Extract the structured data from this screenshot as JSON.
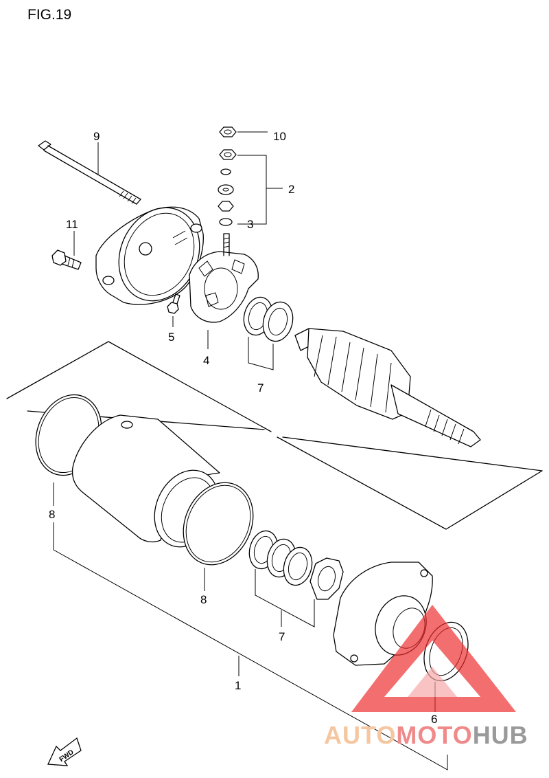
{
  "figure": {
    "title": "FIG.19"
  },
  "callouts": {
    "c1": "1",
    "c2": "2",
    "c3": "3",
    "c4": "4",
    "c5": "5",
    "c6": "6",
    "c7a": "7",
    "c7b": "7",
    "c8a": "8",
    "c8b": "8",
    "c9": "9",
    "c10": "10",
    "c11": "11"
  },
  "fwd_arrow": {
    "label": "FWD"
  },
  "watermark": {
    "part1": "AUTO",
    "part2": "MOTO",
    "part3": "HUB",
    "colors": {
      "auto": "#f5c6a0",
      "moto": "#f08a8a",
      "hub": "#9a9a9a",
      "triangle": "#ee2a2a"
    }
  }
}
